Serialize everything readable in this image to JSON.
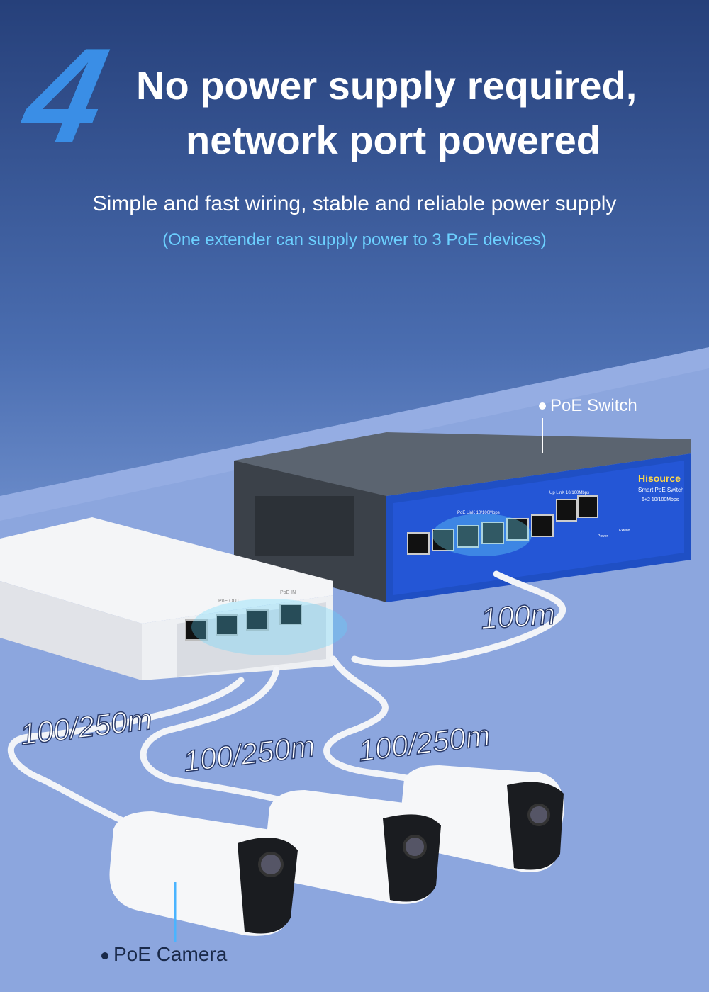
{
  "hero": {
    "number": "4",
    "title_line1": "No power supply required,",
    "title_line2": "network port powered",
    "subtitle": "Simple and fast wiring, stable and reliable power supply",
    "note": "(One extender can supply power to 3 PoE devices)"
  },
  "labels": {
    "switch": "PoE Switch",
    "camera": "PoE Camera"
  },
  "switch_panel": {
    "brand": "Hisource",
    "model": "Smart PoE Switch",
    "spec": "6+2 10/100Mbps",
    "poe_link": "PoE LinK 10/100Mbps",
    "up_link": "Up LinK 10/100Mbps",
    "power": "Power",
    "extend": "Extend"
  },
  "extender": {
    "poe_out": "PoE OUT",
    "poe_in": "PoE IN"
  },
  "distances": {
    "switch_to_extender": "100m",
    "cam1": "100/250m",
    "cam2": "100/250m",
    "cam3": "100/250m"
  },
  "colors": {
    "accent_blue": "#3a8ee6",
    "note_blue": "#6cd0ff",
    "panel_blue": "#1f4fc4"
  }
}
